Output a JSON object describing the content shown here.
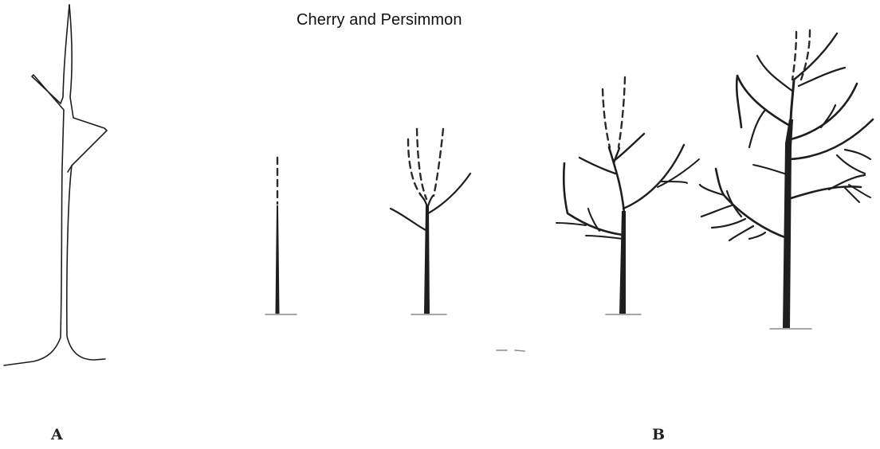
{
  "title": "Cherry and Persimmon",
  "panels": [
    {
      "label": "A"
    },
    {
      "label": "B"
    }
  ],
  "colors": {
    "ink": "#1e1e1e",
    "background": "#ffffff"
  }
}
